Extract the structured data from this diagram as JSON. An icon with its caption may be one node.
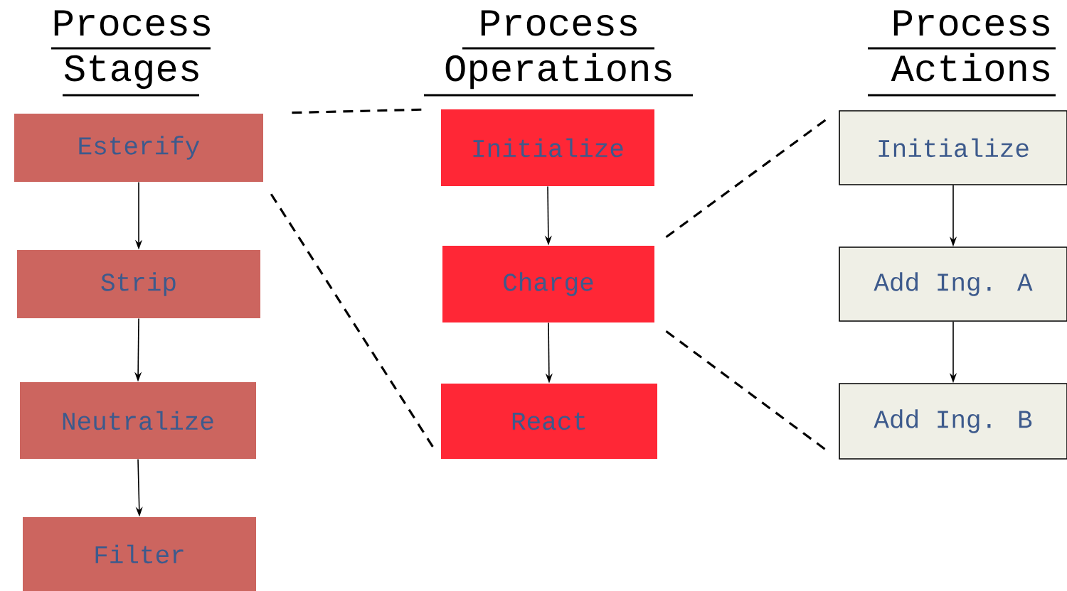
{
  "diagram": {
    "nodes": [
      {
        "text": [
          "Esterify"
        ]
      },
      {
        "text": [
          "Strip"
        ]
      },
      {
        "text": [
          "Neutralize"
        ]
      },
      {
        "text": [
          "Filter"
        ]
      },
      {
        "text": [
          "Initialize"
        ]
      },
      {
        "text": [
          "Charge"
        ]
      },
      {
        "text": [
          "React"
        ]
      },
      {
        "text": [
          "Initialize"
        ]
      },
      {
        "text": [
          "Add Ing. A"
        ]
      },
      {
        "text": [
          "Add Ing. B"
        ]
      }
    ],
    "edges": [
      {
        "from": 0,
        "to": 1,
        "arrow": "to"
      },
      {
        "from": 1,
        "to": 2,
        "arrow": "to"
      },
      {
        "from": 2,
        "to": 3,
        "arrow": "to"
      },
      {
        "from": 4,
        "to": 5,
        "arrow": "to"
      },
      {
        "from": 5,
        "to": 6,
        "arrow": "to"
      },
      {
        "from": 7,
        "to": 8,
        "arrow": "to"
      },
      {
        "from": 8,
        "to": 9,
        "arrow": "to"
      },
      {
        "from": 0,
        "to": 4,
        "arrow": "none",
        "style": "dashed"
      },
      {
        "from": 0,
        "to": 6,
        "arrow": "none",
        "style": "dashed"
      },
      {
        "from": 5,
        "to": 7,
        "arrow": "none",
        "style": "dashed"
      },
      {
        "from": 5,
        "to": 9,
        "arrow": "none",
        "style": "dashed"
      }
    ],
    "labels": [
      "Process Stages",
      "Process Operations",
      "Process Actions"
    ]
  }
}
